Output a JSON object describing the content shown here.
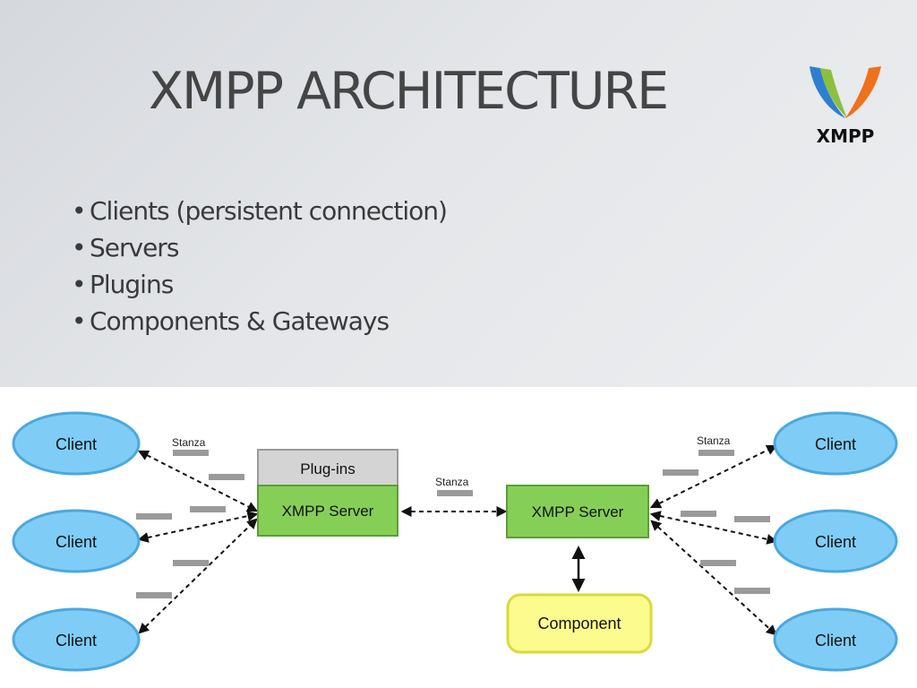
{
  "slide": {
    "title": "XMPP ARCHITECTURE",
    "bullets": [
      {
        "bullet": "•",
        "text": "Clients (persistent connection)"
      },
      {
        "bullet": "•",
        "text": "Servers"
      },
      {
        "bullet": "•",
        "text": "Plugins"
      },
      {
        "bullet": "•",
        "text": "Components & Gateways"
      }
    ],
    "logo": {
      "text": "XMPP",
      "colors": {
        "blue": "#2f7fd0",
        "green": "#8cbf3f",
        "orange": "#f0701c"
      }
    }
  },
  "diagram": {
    "left_clients": [
      "Client",
      "Client",
      "Client"
    ],
    "right_clients": [
      "Client",
      "Client",
      "Client"
    ],
    "plugins_label": "Plug-ins",
    "left_server_label": "XMPP Server",
    "right_server_label": "XMPP Server",
    "component_label": "Component",
    "stanza_labels": {
      "left": "Stanza",
      "middle": "Stanza",
      "right": "Stanza"
    },
    "colors": {
      "client_fill": "#7fcdf7",
      "client_stroke": "#4aa8e0",
      "server_fill": "#86cf57",
      "server_stroke": "#5a9e33",
      "plugins_fill": "#d4d4d4",
      "plugins_stroke": "#9a9a9a",
      "component_fill": "#fbfb8e",
      "component_stroke": "#dada3a",
      "stanza_bar": "#9a9a9a"
    }
  }
}
